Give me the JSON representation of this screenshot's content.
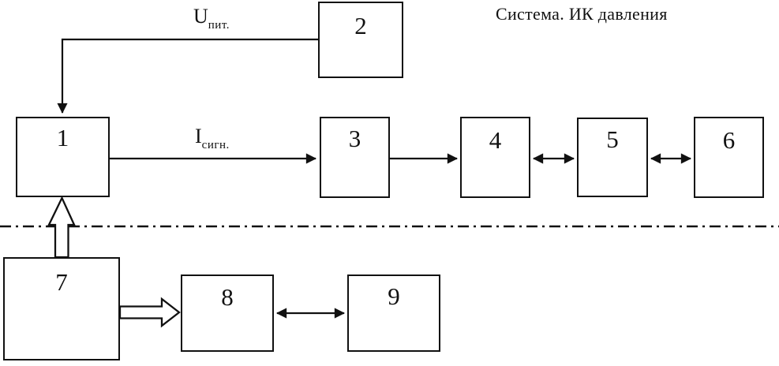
{
  "title": "Система. ИК давления",
  "labels": {
    "power": {
      "main": "U",
      "sub": "пит."
    },
    "signal": {
      "main": "I",
      "sub": "сигн."
    }
  },
  "blocks": [
    {
      "label": "1"
    },
    {
      "label": "2"
    },
    {
      "label": "3"
    },
    {
      "label": "4"
    },
    {
      "label": "5"
    },
    {
      "label": "6"
    },
    {
      "label": "7"
    },
    {
      "label": "8"
    },
    {
      "label": "9"
    }
  ],
  "connections": [
    {
      "from": "2",
      "to": "1",
      "style": "thin-line",
      "arrow": "single",
      "label": "Uпит."
    },
    {
      "from": "1",
      "to": "3",
      "style": "thin-line",
      "arrow": "single",
      "label": "Iсигн."
    },
    {
      "from": "3",
      "to": "4",
      "style": "thin-line",
      "arrow": "single",
      "label": ""
    },
    {
      "from": "4",
      "to": "5",
      "style": "thin-line",
      "arrow": "double",
      "label": ""
    },
    {
      "from": "5",
      "to": "6",
      "style": "thin-line",
      "arrow": "double",
      "label": ""
    },
    {
      "from": "7",
      "to": "1",
      "style": "hollow-outline",
      "arrow": "single",
      "label": ""
    },
    {
      "from": "7",
      "to": "8",
      "style": "hollow-outline",
      "arrow": "single",
      "label": ""
    },
    {
      "from": "8",
      "to": "9",
      "style": "thin-line",
      "arrow": "double",
      "label": ""
    }
  ],
  "separator": {
    "style": "dash-dot",
    "orientation": "horizontal"
  },
  "colors": {
    "ink": "#111111",
    "background": "#ffffff"
  }
}
